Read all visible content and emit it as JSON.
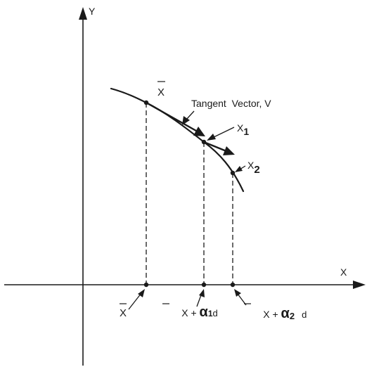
{
  "labels": {
    "y_axis": "Y",
    "x_axis": "X",
    "tangent": "Tangent  Vector, V",
    "xbar": "X",
    "x1": "X",
    "x1_sub": "1",
    "x2": "X",
    "x2_sub": "2",
    "axis_xbar": "X",
    "axis_alpha1_prefix": "X + ",
    "alpha1_symbol": "α",
    "alpha1_sub": "1",
    "alpha1_suffix": "d",
    "axis_alpha2_prefix": "X + ",
    "alpha2_symbol": "α",
    "alpha2_sub": "2",
    "alpha2_suffix": "d"
  }
}
